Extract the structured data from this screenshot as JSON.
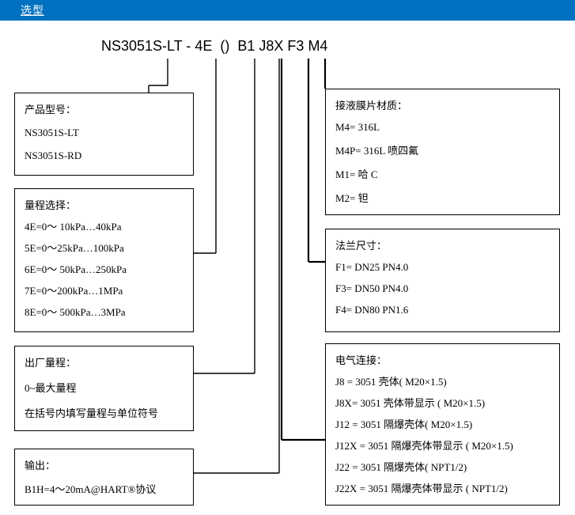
{
  "header": {
    "title": "选型",
    "bar_color": "#0070c0",
    "text_color": "#ffffff"
  },
  "model_code": "NS3051S-LT - 4E  ()  B1 J8X F3 M4",
  "boxes": {
    "product_model": {
      "title": "产品型号：",
      "lines": [
        "NS3051S-LT",
        "NS3051S-RD"
      ]
    },
    "range_selection": {
      "title": "量程选择：",
      "lines": [
        "4E=0～ 10kPa…40kPa",
        "5E=0～25kPa…100kPa",
        "6E=0～ 50kPa…250kPa",
        "7E=0～200kPa…1MPa",
        "8E=0～ 500kPa…3MPa"
      ]
    },
    "factory_range": {
      "title": "出厂量程：",
      "lines": [
        "0~最大量程",
        "在括号内填写量程与单位符号"
      ]
    },
    "output": {
      "title": "输出：",
      "lines": [
        "B1H=4～20mA@HART®协议"
      ]
    },
    "diaphragm_material": {
      "title": "接液膜片材质：",
      "lines": [
        "M4= 316L",
        "M4P= 316L 喷四氟",
        "M1=  哈 C",
        "M2=  钽"
      ]
    },
    "flange_size": {
      "title": "法兰尺寸：",
      "lines": [
        "F1= DN25 PN4.0",
        "F3= DN50 PN4.0",
        "F4= DN80 PN1.6"
      ]
    },
    "electrical_connection": {
      "title": "电气连接：",
      "lines": [
        "J8 = 3051 壳体( M20×1.5)",
        "J8X= 3051 壳体带显示 ( M20×1.5)",
        "J12 = 3051 隔爆壳体( M20×1.5)",
        "J12X = 3051 隔爆壳体带显示 ( M20×1.5)",
        "J22 = 3051 隔爆壳体( NPT1/2)",
        "J22X = 3051 隔爆壳体带显示 ( NPT1/2)"
      ]
    }
  }
}
